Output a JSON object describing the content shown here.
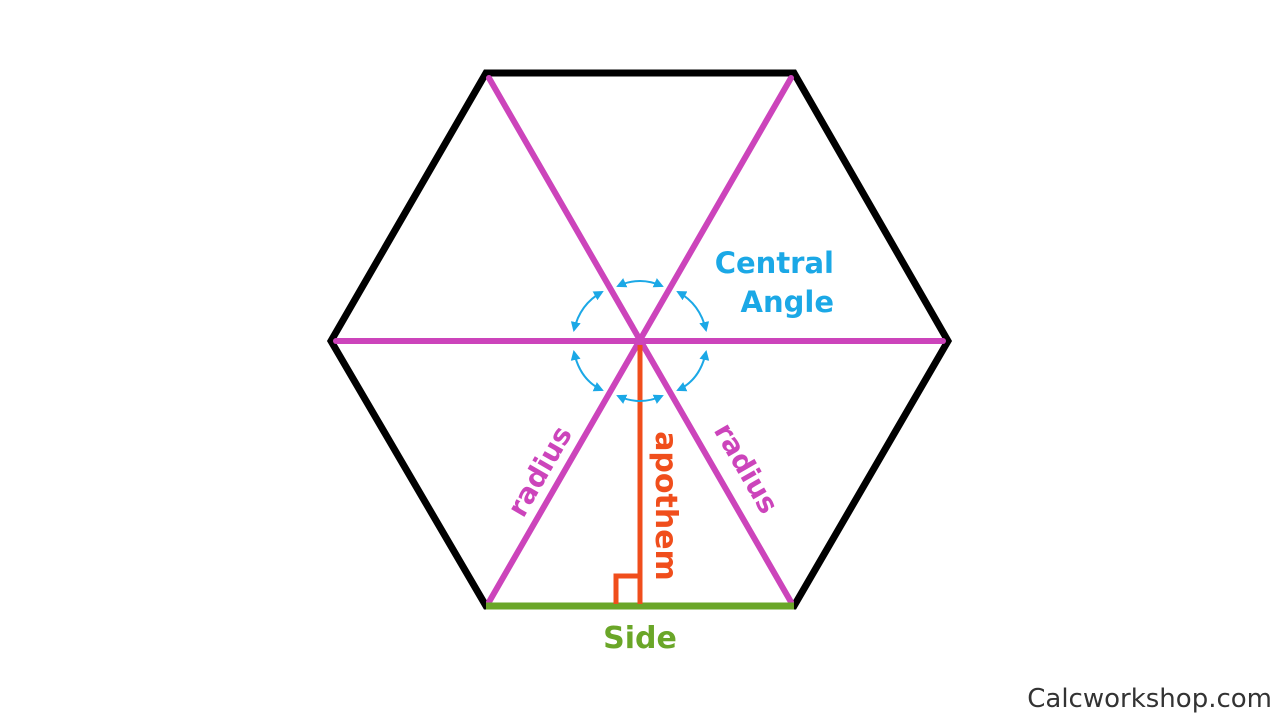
{
  "labels": {
    "central_angle_line1": "Central",
    "central_angle_line2": "Angle",
    "radius_left": "radius",
    "radius_right": "radius",
    "apothem": "apothem",
    "side": "Side"
  },
  "watermark": "Calcworkshop.com",
  "colors": {
    "hexagon_outline": "#000000",
    "radius": "#cc44bb",
    "apothem": "#f04e1c",
    "side": "#6aa628",
    "central_angle": "#1ba8e6",
    "watermark": "#333333"
  }
}
